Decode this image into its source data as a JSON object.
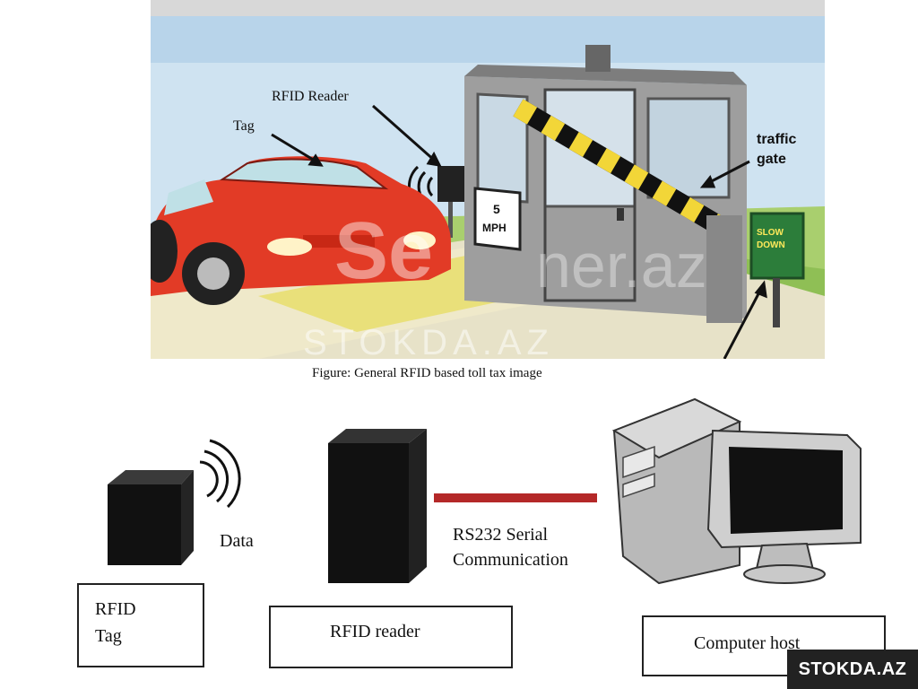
{
  "scene": {
    "label_tag": "Tag",
    "label_reader": "RFID Reader",
    "label_gate_line1": "traffic",
    "label_gate_line2": "gate",
    "speed_sign_line1": "5",
    "speed_sign_line2": "MPH",
    "green_sign_line1": "SLOW",
    "green_sign_line2": "DOWN",
    "watermark_logo": "Se",
    "watermark_text1": "ner.az",
    "watermark_text2": "STOKDA.AZ"
  },
  "caption": "Figure: General RFID based toll tax image",
  "diagram": {
    "data_label": "Data",
    "rs232_line1": "RS232 Serial",
    "rs232_line2": "Communication",
    "box_tag_line1": "RFID",
    "box_tag_line2": "Tag",
    "box_reader": "RFID reader",
    "box_host": "Computer host",
    "link_color": "#b42828"
  },
  "badge": "STOKDA.AZ"
}
